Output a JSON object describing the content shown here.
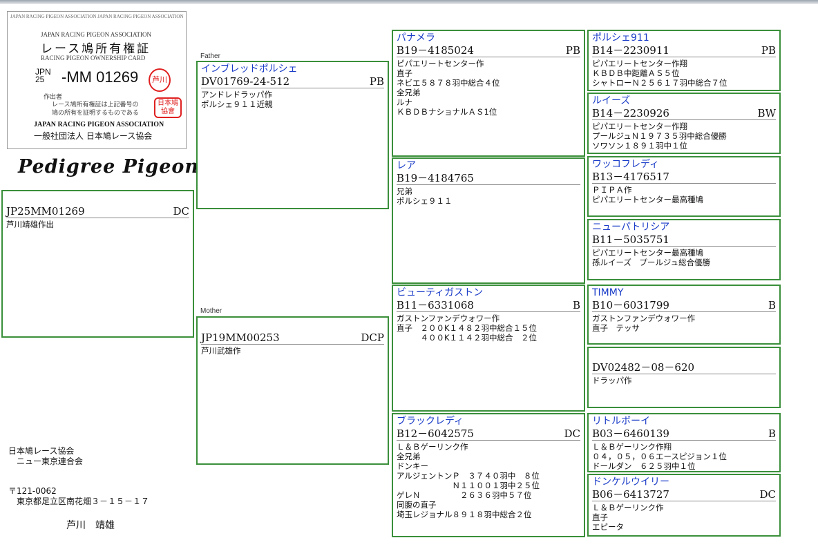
{
  "card": {
    "rim_text": "JAPAN RACING PIGEON ASSOCIATION JAPAN RACING PIGEON ASSOCIATION",
    "association_en": "JAPAN RACING PIGEON ASSOCIATION",
    "title_jp": "レース鳩所有権証",
    "title_en": "RACING PIGEON OWNERSHIP CARD",
    "jpn_prefix": "JPN",
    "year": "25",
    "ring_number": "-MM 01269",
    "breeder_label": "作出者",
    "certification": "レース鳩所有権証は上記番号の\n鳩の所有を証明するものである",
    "association_en_bold": "JAPAN RACING PIGEON ASSOCIATION",
    "association_jp": "一般社団法人 日本鳩レース協会",
    "seal_owner": "芦川",
    "seal_assoc": "日本鳩協會"
  },
  "logo": "Pedigree Pigeon",
  "labels": {
    "father": "Father",
    "mother": "Mother"
  },
  "subject": {
    "name": "",
    "id": "JP25MM01269",
    "color": "DC",
    "lines": [
      "芦川靖雄作出"
    ]
  },
  "father": {
    "name": "インブレッドポルシェ",
    "id": "DV01769-24-512",
    "color": "PB",
    "lines": [
      "アンドレドラッパ作",
      "ポルシェ９１１近親"
    ]
  },
  "mother": {
    "name": "",
    "id": "JP19MM00253",
    "color": "DCP",
    "lines": [
      "芦川武雄作"
    ]
  },
  "grandparents": [
    {
      "name": "パナメラ",
      "id": "B19－4185024",
      "color": "PB",
      "lines": [
        "ピパエリートセンター作",
        "直子",
        "ネビエ５８７８羽中総合４位",
        "全兄弟",
        "ルナ",
        "ＫＢＤＢナショナルＡＳ1位"
      ]
    },
    {
      "name": "レア",
      "id": "B19－4184765",
      "color": "",
      "lines": [
        "兄弟",
        "ポルシェ９１１"
      ]
    },
    {
      "name": "ビューティガストン",
      "id": "B11－6331068",
      "color": "B",
      "lines": [
        "ガストンファンデウォワー作",
        "直子　２００K１４８２羽中総合１５位",
        "　　　４００K１１４２羽中総合　２位"
      ]
    },
    {
      "name": "ブラックレディ",
      "id": "B12－6042575",
      "color": "DC",
      "lines": [
        "Ｌ＆Ｂゲーリンク作",
        "全兄弟",
        "ドンキー",
        "アルジェントンＰ　３７４０羽中　８位",
        "　　　　　　　Ｎ１１００１羽中２５位",
        "ゲレＮ　　　　　２６３６羽中５７位",
        "同腹の直子",
        "埼玉レジョナル８９１８羽中総合２位"
      ]
    }
  ],
  "great_grandparents": [
    {
      "name": "ポルシェ911",
      "id": "B14－2230911",
      "color": "PB",
      "lines": [
        "ピパエリートセンター作翔",
        "ＫＢＤＢ中距離ＡＳ５位",
        "シャトローＮ２５６１７羽中総合７位"
      ]
    },
    {
      "name": "ルイーズ",
      "id": "B14－2230926",
      "color": "BW",
      "lines": [
        "ピパエリートセンター作翔",
        "プールジュＮ１９７３５羽中総合優勝",
        "ソワソン１８９１羽中１位"
      ]
    },
    {
      "name": "ワッコフレディ",
      "id": "B13－4176517",
      "color": "",
      "lines": [
        "ＰＩＰＡ作",
        "ピパエリートセンター最高種鳩"
      ]
    },
    {
      "name": "ニューパトリシア",
      "id": "B11－5035751",
      "color": "",
      "lines": [
        "ピパエリートセンター最高種鳩",
        "孫ルイーズ　プールジュ総合優勝"
      ]
    },
    {
      "name": "TIMMY",
      "id": "B10－6031799",
      "color": "B",
      "lines": [
        "ガストンファンデウォワー作",
        "直子　テッサ"
      ]
    },
    {
      "name": "",
      "id": "DV02482－08－620",
      "color": "",
      "lines": [
        "ドラッパ作"
      ]
    },
    {
      "name": "リトルボーイ",
      "id": "B03－6460139",
      "color": "B",
      "lines": [
        "Ｌ＆Ｂゲーリンク作翔",
        "０４，０５，０６エースピジョン１位",
        "ドールダン　６２５羽中１位"
      ]
    },
    {
      "name": "ドンケルウイリー",
      "id": "B06－6413727",
      "color": "DC",
      "lines": [
        "Ｌ＆Ｂゲーリンク作",
        "直子",
        "エピータ"
      ]
    }
  ],
  "breeder_info": {
    "association": "日本鳩レース協会",
    "club": "　ニュー東京連合会",
    "postal": "〒121-0062",
    "address": "　東京都足立区南花畑３－１５－１７",
    "name": "芦川　靖雄"
  }
}
